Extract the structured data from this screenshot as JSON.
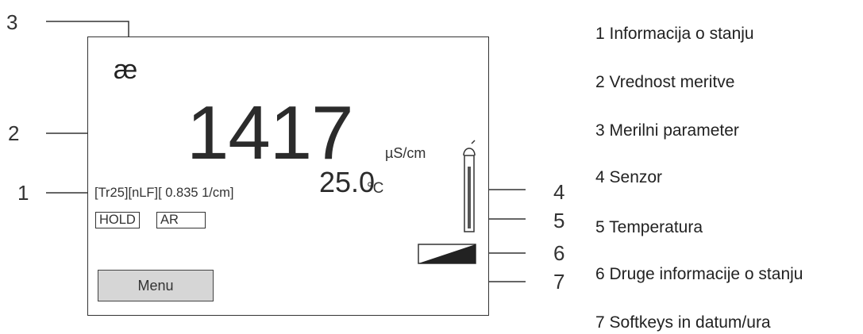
{
  "display": {
    "parameter": "æ",
    "value": "1417",
    "unit": "µS/cm",
    "temperature": "25.0",
    "temperature_unit": "°C",
    "status_line": "[Tr25][nLF][ 0.835 1/cm]",
    "badges": [
      "HOLD",
      "AR"
    ],
    "menu_label": "Menu",
    "icons": [
      "sensor-probe-icon",
      "ramp-indicator-icon"
    ],
    "colors": {
      "frame": "#333333",
      "menu_fill": "#d6d6d6",
      "ramp_fill": "#222222"
    }
  },
  "callouts": [
    "1",
    "2",
    "3",
    "4",
    "5",
    "6",
    "7"
  ],
  "legend": [
    "1 Informacija o stanju",
    "2 Vrednost meritve",
    "3 Merilni parameter",
    "4 Senzor",
    "5 Temperatura",
    "6 Druge informacije o stanju",
    "7 Softkeys in datum/ura"
  ]
}
